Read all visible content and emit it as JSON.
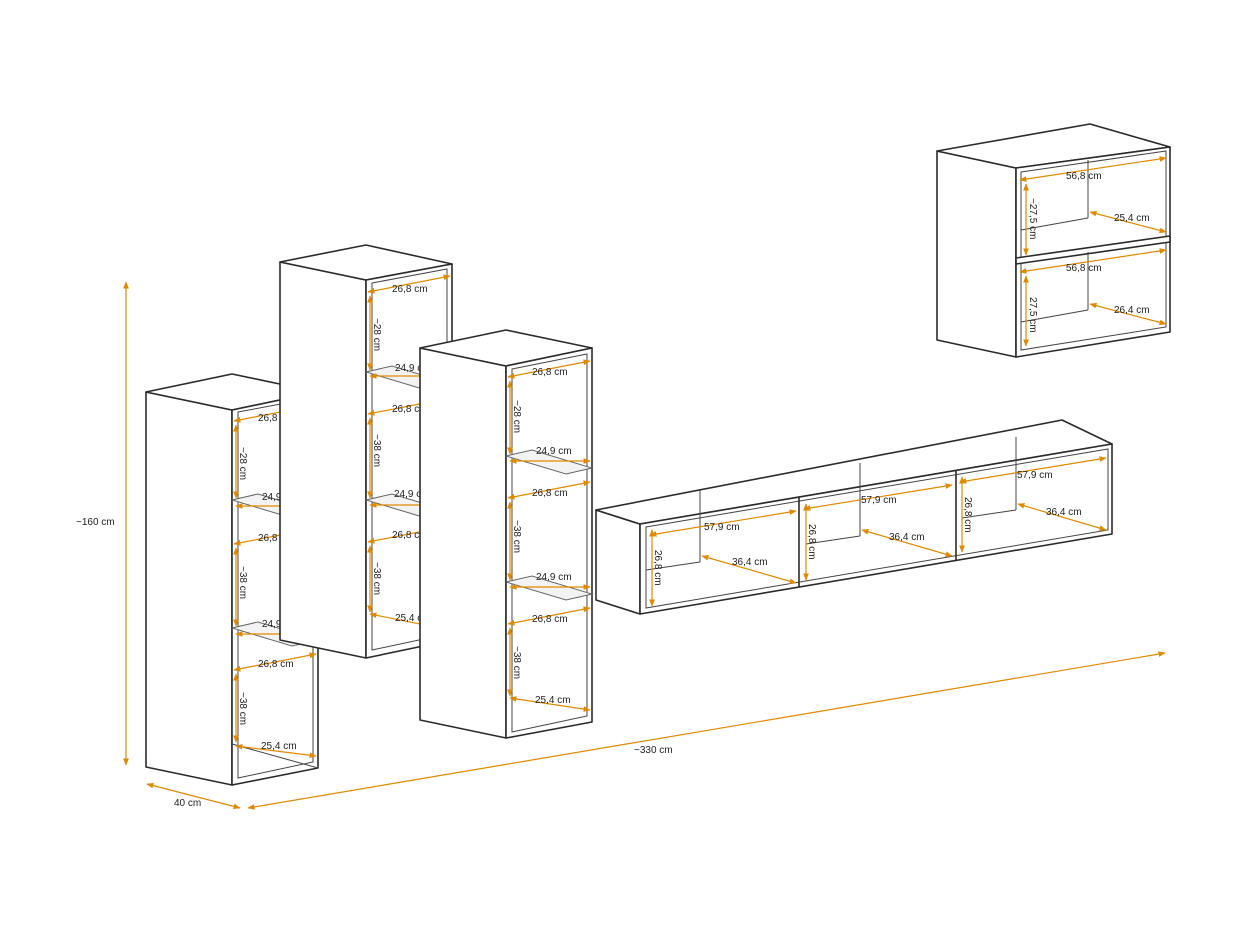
{
  "overall": {
    "height": "~160 cm",
    "width": "~330 cm",
    "depth": "40 cm"
  },
  "cabinet_1": {
    "top_width": "26,8 cm",
    "h1": "~28 cm",
    "shelf1_width": "24,9 cm",
    "shelf1_under": "26,8 cm",
    "h2": "~38 cm",
    "shelf2_width": "24,9 cm",
    "shelf2_under": "26,8 cm",
    "h3": "~38 cm",
    "bottom_depth": "25,4 cm"
  },
  "cabinet_2": {
    "top_width": "26,8 cm",
    "h1": "~28 cm",
    "shelf1_width": "24,9 cm",
    "shelf1_under": "26,8 cm",
    "h2": "~38 cm",
    "shelf2_width": "24,9 cm",
    "shelf2_under": "26,8 cm",
    "h3": "~38 cm",
    "bottom_depth": "25,4 cm"
  },
  "cabinet_3": {
    "top_width": "26,8 cm",
    "h1": "~28 cm",
    "shelf1_width": "24,9 cm",
    "shelf1_under": "26,8 cm",
    "h2": "~38 cm",
    "shelf2_width": "24,9 cm",
    "shelf2_under": "26,8 cm",
    "h3": "~38 cm",
    "bottom_depth": "25,4 cm"
  },
  "tv_unit": {
    "c1_height": "26,8 cm",
    "c1_width": "57,9 cm",
    "c1_depth": "36,4 cm",
    "c2_height": "26,8 cm",
    "c2_width": "57,9 cm",
    "c2_depth": "36,4 cm",
    "c3_height": "26,8 cm",
    "c3_width": "57,9 cm",
    "c3_depth": "36,4 cm"
  },
  "wall_box": {
    "top_width": "56,8 cm",
    "top_height": "~27,5 cm",
    "top_depth": "25,4 cm",
    "bottom_width": "56,8 cm",
    "bottom_height": "27,5 cm",
    "bottom_depth": "26,4 cm"
  },
  "colors": {
    "dimension_lines": "#e08a00",
    "outline": "#2b2b2b",
    "background": "#ffffff"
  }
}
